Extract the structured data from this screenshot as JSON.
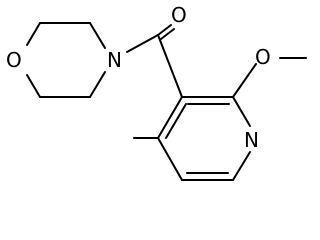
{
  "molecule": {
    "atoms": {
      "ring_oxygen": "O",
      "ring_nitrogen": "N",
      "carbonyl_oxygen": "O",
      "methoxy_oxygen": "O",
      "pyridine_nitrogen": "N"
    },
    "line_color": "#000000",
    "background_color": "#ffffff"
  }
}
